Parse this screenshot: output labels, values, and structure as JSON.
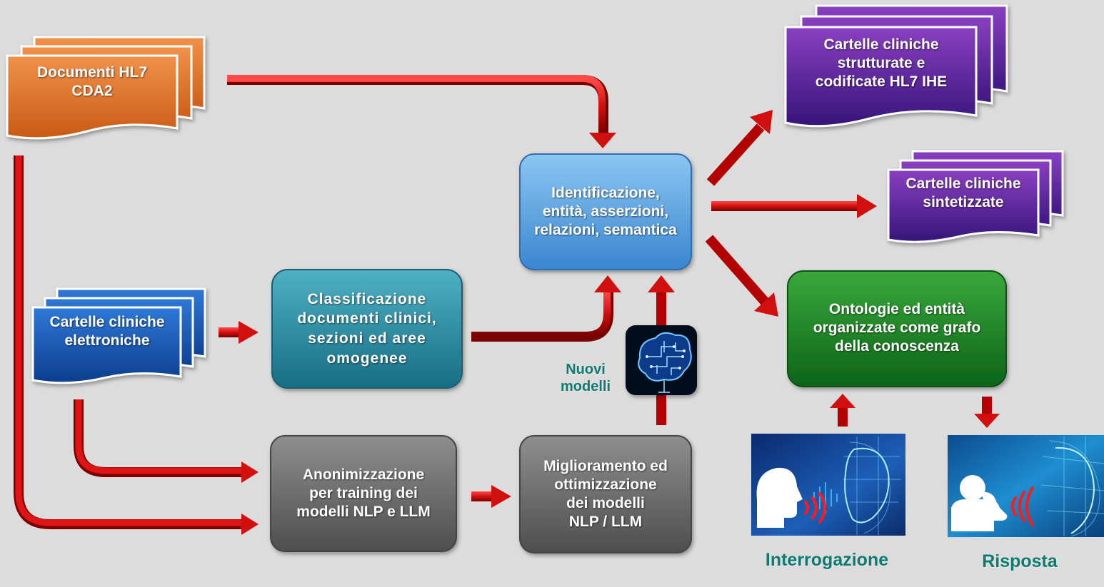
{
  "documents_hl7": {
    "label": "Documenti HL7\nCDA2",
    "color": "#e0702a"
  },
  "cartelle_elettroniche": {
    "label": "Cartelle cliniche\nelettroniche",
    "color": "#1456b0"
  },
  "classificazione": {
    "label": "Classificazione\ndocumenti clinici,\nsezioni ed aree\nomogenee",
    "color": "#2a8fa3"
  },
  "identificazione": {
    "label": "Identificazione,\nentità, asserzioni,\nrelazioni, semantica",
    "color": "#5aa9e6"
  },
  "anonimizzazione": {
    "label": "Anonimizzazione\nper training dei\nmodelli NLP e LLM",
    "color": "#6b6b6b"
  },
  "miglioramento": {
    "label": "Miglioramento ed\nottimizzazione\ndei modelli\nNLP / LLM",
    "color": "#6b6b6b"
  },
  "nuovi_modelli": {
    "label": "Nuovi\nmodelli",
    "icon": "brain-circuit-icon"
  },
  "cartelle_strutturate": {
    "label": "Cartelle cliniche\nstrutturate e\ncodificate HL7 IHE",
    "color": "#5b2a9c"
  },
  "cartelle_sintetizzate": {
    "label": "Cartelle cliniche\nsintetizzate",
    "color": "#5b2a9c"
  },
  "ontologie": {
    "label": "Ontologie ed entità\norganizzate come grafo\ndella conoscenza",
    "color": "#1b8a2a"
  },
  "interrogazione": {
    "label": "Interrogazione",
    "icon": "speaking-head-icon"
  },
  "risposta": {
    "label": "Risposta",
    "icon": "listening-head-icon"
  },
  "arrow_color": "#cc0a0a"
}
